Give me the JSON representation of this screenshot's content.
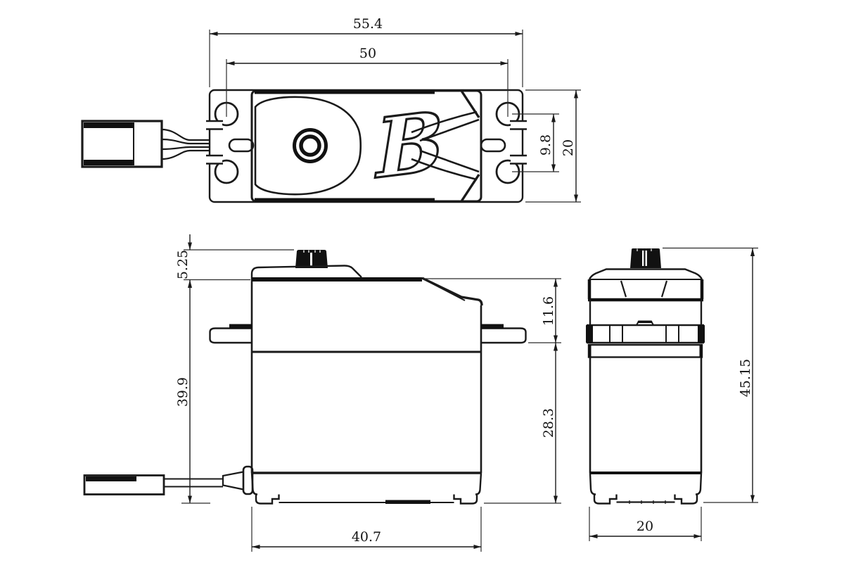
{
  "logo": {
    "letter": "B"
  },
  "dimensions": {
    "top_overall_width": "55.4",
    "top_mount_hole_span": "50",
    "top_mount_hole_pitch": "9.8",
    "top_case_depth": "20",
    "front_spline_height": "5.25",
    "front_body_height": "39.9",
    "front_top_to_flange": "11.6",
    "front_flange_to_bottom": "28.3",
    "front_body_length": "40.7",
    "side_overall_height": "45.15",
    "side_body_width": "20"
  },
  "colors": {
    "line": "#1a1a1a",
    "background": "#ffffff"
  }
}
